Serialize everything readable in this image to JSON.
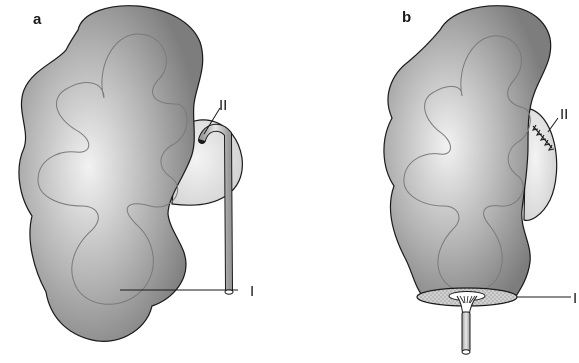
{
  "figure": {
    "panels": [
      {
        "letter": "a",
        "labels": {
          "upper": "II",
          "lower": "I"
        }
      },
      {
        "letter": "b",
        "labels": {
          "upper": "II",
          "lower": "I"
        }
      }
    ]
  },
  "colors": {
    "kidney_center": "#f2f2f2",
    "kidney_edge": "#7d7d7d",
    "pelvis_fill": "#e2e2e2",
    "tube_fill": "#d4d4d4",
    "disc_fill": "#cfcfcf",
    "outline": "#1a1a1a"
  }
}
